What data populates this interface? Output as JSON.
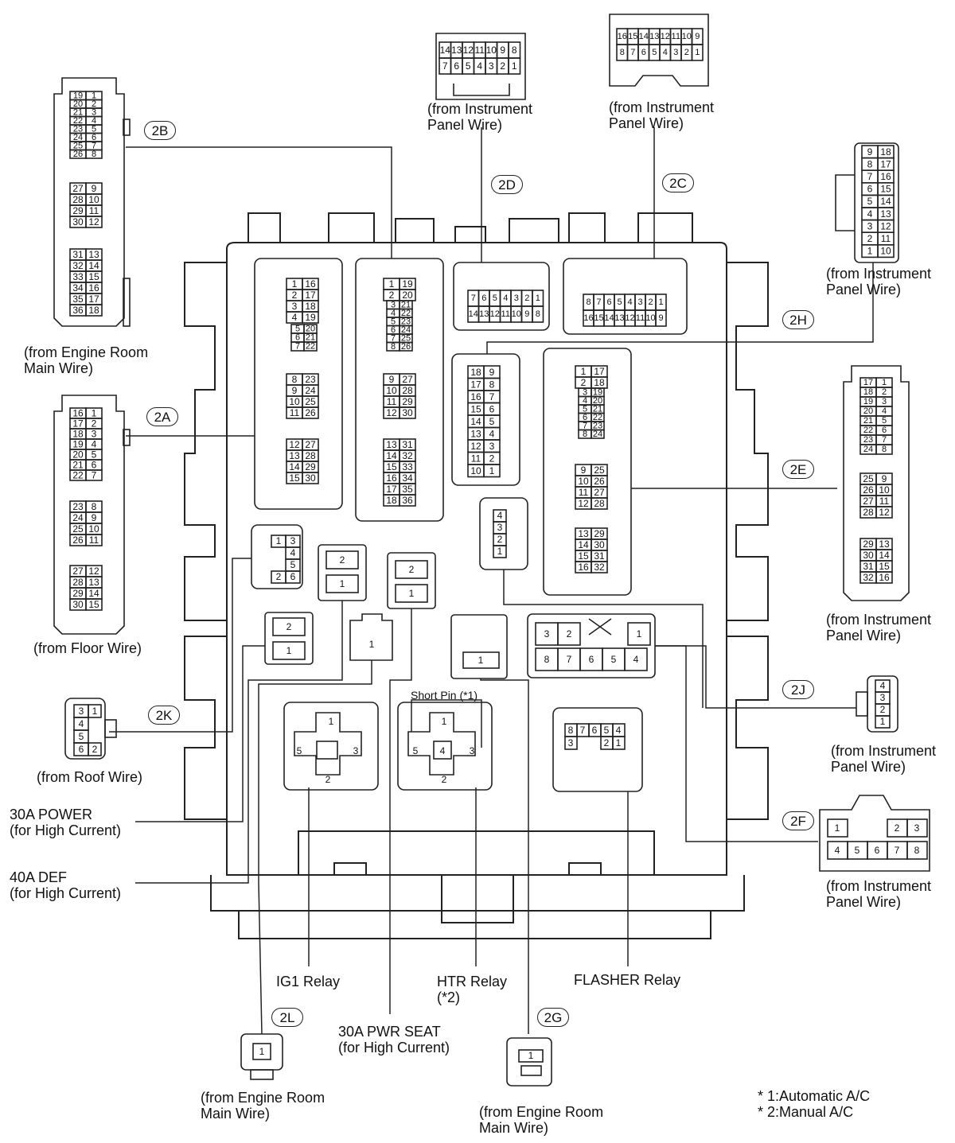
{
  "tags": {
    "c2a": "2A",
    "c2b": "2B",
    "c2c": "2C",
    "c2d": "2D",
    "c2e": "2E",
    "c2f": "2F",
    "c2g": "2G",
    "c2h": "2H",
    "c2j": "2J",
    "c2k": "2K",
    "c2l": "2L"
  },
  "labels": {
    "engine_room_main_1": [
      "(from Engine Room",
      "Main Wire)"
    ],
    "floor_wire": "(from Floor Wire)",
    "roof_wire": "(from Roof Wire)",
    "ip_2d": [
      "(from Instrument",
      "Panel Wire)"
    ],
    "ip_2c": [
      "(from Instrument",
      "Panel Wire)"
    ],
    "ip_2h": [
      "(from Instrument",
      "Panel Wire)"
    ],
    "ip_2e": [
      "(from Instrument",
      "Panel Wire)"
    ],
    "ip_2j": [
      "(from Instrument",
      "Panel Wire)"
    ],
    "ip_2f": [
      "(from Instrument",
      "Panel Wire)"
    ],
    "engine_room_2l": [
      "(from Engine Room",
      "Main Wire)"
    ],
    "engine_room_2g": [
      "(from Engine Room",
      "Main Wire)"
    ],
    "power_30a": [
      "30A POWER",
      "(for High Current)"
    ],
    "def_40a": [
      "40A DEF",
      "(for High Current)"
    ],
    "ig1_relay": "IG1 Relay",
    "htr_relay": [
      "HTR Relay",
      "(*2)"
    ],
    "flasher_relay": "FLASHER Relay",
    "pwr_seat_30a": [
      "30A PWR SEAT",
      "(for High Current)"
    ],
    "short_pin": "Short Pin (*1)"
  },
  "footnotes": [
    "* 1:Automatic A/C",
    "* 2:Manual A/C"
  ],
  "pins": {
    "c2b_left": [
      [
        "19",
        "1"
      ],
      [
        "20",
        "2"
      ],
      [
        "21",
        "3"
      ],
      [
        "22",
        "4"
      ],
      [
        "23",
        "5"
      ],
      [
        "24",
        "6"
      ],
      [
        "25",
        "7"
      ],
      [
        "26",
        "8"
      ],
      [
        "27",
        "9"
      ],
      [
        "28",
        "10"
      ],
      [
        "29",
        "11"
      ],
      [
        "30",
        "12"
      ],
      [
        "31",
        "13"
      ],
      [
        "32",
        "14"
      ],
      [
        "33",
        "15"
      ],
      [
        "34",
        "16"
      ],
      [
        "35",
        "17"
      ],
      [
        "36",
        "18"
      ]
    ],
    "c2a_left": [
      [
        "16",
        "1"
      ],
      [
        "17",
        "2"
      ],
      [
        "18",
        "3"
      ],
      [
        "19",
        "4"
      ],
      [
        "20",
        "5"
      ],
      [
        "21",
        "6"
      ],
      [
        "22",
        "7"
      ],
      [
        "23",
        "8"
      ],
      [
        "24",
        "9"
      ],
      [
        "25",
        "10"
      ],
      [
        "26",
        "11"
      ],
      [
        "27",
        "12"
      ],
      [
        "28",
        "13"
      ],
      [
        "29",
        "14"
      ],
      [
        "30",
        "15"
      ]
    ],
    "c2d_top": [
      [
        "14",
        "13",
        "12",
        "11",
        "10",
        "9",
        "8"
      ],
      [
        "7",
        "6",
        "5",
        "4",
        "3",
        "2",
        "1"
      ]
    ],
    "c2c_top": [
      [
        "16",
        "15",
        "14",
        "13",
        "12",
        "11",
        "10",
        "9"
      ],
      [
        "8",
        "7",
        "6",
        "5",
        "4",
        "3",
        "2",
        "1"
      ]
    ],
    "c2h_right": [
      [
        "9",
        "18"
      ],
      [
        "8",
        "17"
      ],
      [
        "7",
        "16"
      ],
      [
        "6",
        "15"
      ],
      [
        "5",
        "14"
      ],
      [
        "4",
        "13"
      ],
      [
        "3",
        "12"
      ],
      [
        "2",
        "11"
      ],
      [
        "1",
        "10"
      ]
    ],
    "c2e_right": [
      [
        "17",
        "1"
      ],
      [
        "18",
        "2"
      ],
      [
        "19",
        "3"
      ],
      [
        "20",
        "4"
      ],
      [
        "21",
        "5"
      ],
      [
        "22",
        "6"
      ],
      [
        "23",
        "7"
      ],
      [
        "24",
        "8"
      ],
      [
        "25",
        "9"
      ],
      [
        "26",
        "10"
      ],
      [
        "27",
        "11"
      ],
      [
        "28",
        "12"
      ],
      [
        "29",
        "13"
      ],
      [
        "30",
        "14"
      ],
      [
        "31",
        "15"
      ],
      [
        "32",
        "16"
      ]
    ],
    "c2k": [
      [
        "3",
        "1"
      ],
      [
        "4",
        ""
      ],
      [
        "5",
        ""
      ],
      [
        "6",
        "2"
      ]
    ],
    "c2j": [
      "4",
      "3",
      "2",
      "1"
    ],
    "c2f": [
      [
        "1",
        "",
        "",
        "2",
        "3"
      ],
      [
        "4",
        "5",
        "6",
        "7",
        "8"
      ]
    ],
    "box_2a": [
      [
        "1",
        "16"
      ],
      [
        "2",
        "17"
      ],
      [
        "3",
        "18"
      ],
      [
        "4",
        "19"
      ],
      [
        "5",
        "20"
      ],
      [
        "6",
        "21"
      ],
      [
        "7",
        "22"
      ],
      [
        "8",
        "23"
      ],
      [
        "9",
        "24"
      ],
      [
        "10",
        "25"
      ],
      [
        "11",
        "26"
      ],
      [
        "12",
        "27"
      ],
      [
        "13",
        "28"
      ],
      [
        "14",
        "29"
      ],
      [
        "15",
        "30"
      ]
    ],
    "box_2b": [
      [
        "1",
        "19"
      ],
      [
        "2",
        "20"
      ],
      [
        "3",
        "21"
      ],
      [
        "4",
        "22"
      ],
      [
        "5",
        "23"
      ],
      [
        "6",
        "24"
      ],
      [
        "7",
        "25"
      ],
      [
        "8",
        "26"
      ],
      [
        "9",
        "27"
      ],
      [
        "10",
        "28"
      ],
      [
        "11",
        "29"
      ],
      [
        "12",
        "30"
      ],
      [
        "13",
        "31"
      ],
      [
        "14",
        "32"
      ],
      [
        "15",
        "33"
      ],
      [
        "16",
        "34"
      ],
      [
        "17",
        "35"
      ],
      [
        "18",
        "36"
      ]
    ],
    "box_2d": [
      [
        "7",
        "6",
        "5",
        "4",
        "3",
        "2",
        "1"
      ],
      [
        "14",
        "13",
        "12",
        "11",
        "10",
        "9",
        "8"
      ]
    ],
    "box_2c": [
      [
        "8",
        "7",
        "6",
        "5",
        "4",
        "3",
        "2",
        "1"
      ],
      [
        "16",
        "15",
        "14",
        "13",
        "12",
        "11",
        "10",
        "9"
      ]
    ],
    "box_2h": [
      [
        "18",
        "9"
      ],
      [
        "17",
        "8"
      ],
      [
        "16",
        "7"
      ],
      [
        "15",
        "6"
      ],
      [
        "14",
        "5"
      ],
      [
        "13",
        "4"
      ],
      [
        "12",
        "3"
      ],
      [
        "11",
        "2"
      ],
      [
        "10",
        "1"
      ]
    ],
    "box_2e": [
      [
        "1",
        "17"
      ],
      [
        "2",
        "18"
      ],
      [
        "3",
        "19"
      ],
      [
        "4",
        "20"
      ],
      [
        "5",
        "21"
      ],
      [
        "6",
        "22"
      ],
      [
        "7",
        "23"
      ],
      [
        "8",
        "24"
      ],
      [
        "9",
        "25"
      ],
      [
        "10",
        "26"
      ],
      [
        "11",
        "27"
      ],
      [
        "12",
        "28"
      ],
      [
        "13",
        "29"
      ],
      [
        "14",
        "30"
      ],
      [
        "15",
        "31"
      ],
      [
        "16",
        "32"
      ]
    ],
    "box_2j": [
      "4",
      "3",
      "2",
      "1"
    ],
    "box_2k": [
      [
        "1",
        "3"
      ],
      [
        "",
        "4"
      ],
      [
        "",
        "5"
      ],
      [
        "2",
        "6"
      ]
    ],
    "box_2f": [
      [
        "3",
        "2",
        "",
        "1"
      ],
      [
        "8",
        "7",
        "6",
        "5",
        "4"
      ]
    ],
    "box_40a": [
      "2",
      "1"
    ],
    "box_pwrseat": [
      "2",
      "1"
    ],
    "box_30a": [
      "2",
      "1"
    ],
    "box_2l": "1",
    "box_2g": "1",
    "relay_ig1": [
      "1",
      "5",
      "3",
      "2"
    ],
    "relay_htr": [
      "1",
      "5",
      "4",
      "3",
      "2"
    ],
    "relay_flasher": [
      [
        "8",
        "7",
        "6",
        "5",
        "4"
      ],
      [
        "3",
        "",
        "",
        "2",
        "1"
      ]
    ],
    "c2l": "1",
    "c2g": "1"
  }
}
